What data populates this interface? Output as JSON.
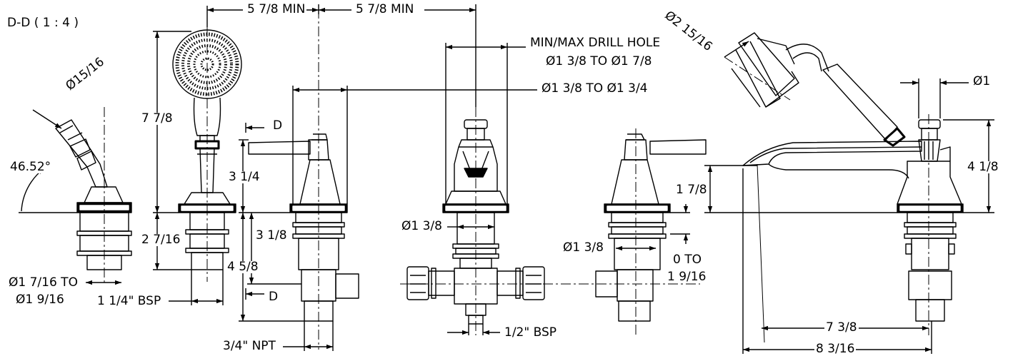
{
  "colors": {
    "ink": "#000000",
    "paper": "#ffffff"
  },
  "section": {
    "title": "D-D ( 1 : 4 )",
    "marker": "D"
  },
  "dimensions": {
    "min_a": "5 7/8 MIN",
    "min_b": "5 7/8 MIN",
    "drill_line1": "MIN/MAX DRILL HOLE",
    "drill_line2": "Ø1 3/8 TO Ø1 7/8",
    "dia_1_3_8_to_1_3_4": "Ø1 3/8 TO Ø1 3/4",
    "dia_2_15_16": "Ø2 15/16",
    "dia_1": "Ø1",
    "dia_15_16": "Ø15/16",
    "height_7_7_8": "7 7/8",
    "angle": "46.52°",
    "height_3_1_4": "3 1/4",
    "height_3_1_8": "3 1/8",
    "depth_2_7_16": "2 7/16",
    "depth_4_5_8": "4 5/8",
    "dia_1_7_16_to": "Ø1 7/16 TO",
    "dia_1_9_16": "Ø1 9/16",
    "bsp_1_1_4": "1 1/4\" BSP",
    "npt_3_4": "3/4\" NPT",
    "bsp_1_2": "1/2\" BSP",
    "dia_1_3_8_center": "Ø1 3/8",
    "dia_1_3_8_right": "Ø1 3/8",
    "range_0_to": "0 TO",
    "range_1_9_16": "1 9/16",
    "height_1_7_8": "1 7/8",
    "height_4_1_8": "4 1/8",
    "length_7_3_8": "7 3/8",
    "length_8_3_16": "8 3/16"
  }
}
